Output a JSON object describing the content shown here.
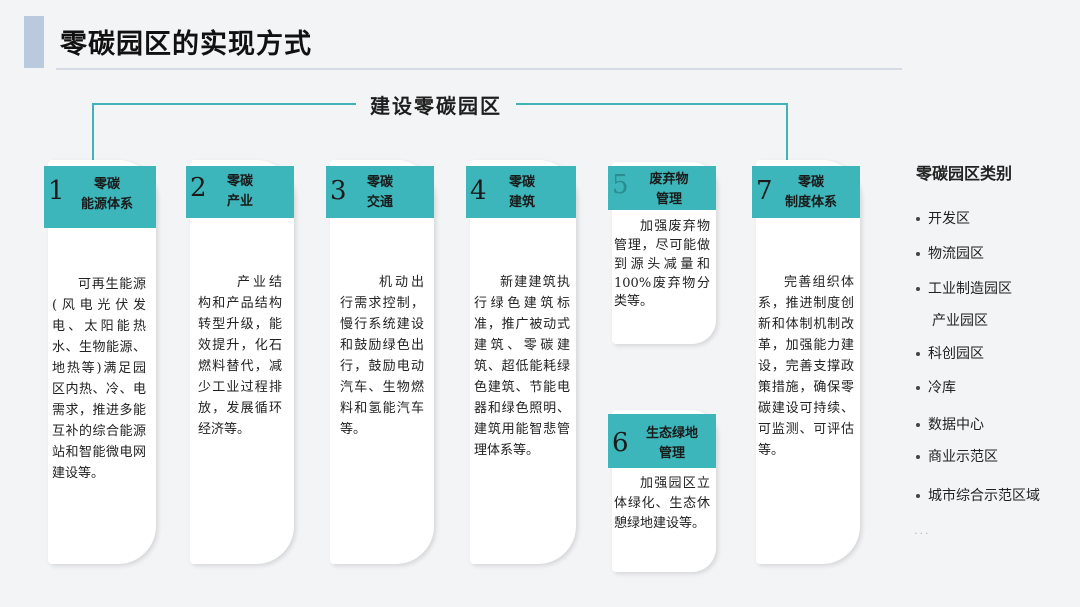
{
  "page": {
    "title": "零碳园区的实现方式",
    "top_label": "建设零碳园区"
  },
  "cards": [
    {
      "num": "1",
      "caption": "零碳\n能源体系",
      "text": "可再生能源(风电光伏发电、太阳能热水、生物能源、地热等)满足园区内热、冷、电需求，推进多能互补的综合能源站和智能微电网建设等。"
    },
    {
      "num": "2",
      "caption": "零碳\n产业",
      "text": "产业结构和产品结构转型升级，能效提升，化石燃料替代，减少工业过程排放，发展循环经济等。"
    },
    {
      "num": "3",
      "caption": "零碳\n交通",
      "text": "机动出行需求控制，慢行系统建设和鼓励绿色出行，鼓励电动汽车、生物燃料和氢能汽车等。"
    },
    {
      "num": "4",
      "caption": "零碳\n建筑",
      "text": "新建建筑执行绿色建筑标准，推广被动式建筑、零碳建筑、超低能耗绿色建筑、节能电器和绿色照明、建筑用能智悲管理体系等。"
    },
    {
      "num": "5",
      "caption": "废弃物\n管理",
      "text": "加强废弃物管理，尽可能做到源头减量和100%废弃物分类等。"
    },
    {
      "num": "6",
      "caption": "生态绿地\n管理",
      "text": "加强园区立体绿化、生态休憩绿地建设等。"
    },
    {
      "num": "7",
      "caption": "零碳\n制度体系",
      "text": "完善组织体系，推进制度创新和体制机制改革，加强能力建设，完善支撑政策措施，确保零碳建设可持续、可监测、可评估等。"
    }
  ],
  "legend": {
    "title": "零碳园区类别",
    "items": [
      "开发区",
      "物流园区",
      "工业制造园区",
      "产业园区",
      "科创园区",
      "冷库",
      "数据中心",
      "商业示范区",
      "城市综合示范区域"
    ],
    "ellipsis": "..."
  },
  "colors": {
    "accent": "#3cb6ba",
    "card": "#ffffff",
    "background": "#f3f4f6"
  }
}
